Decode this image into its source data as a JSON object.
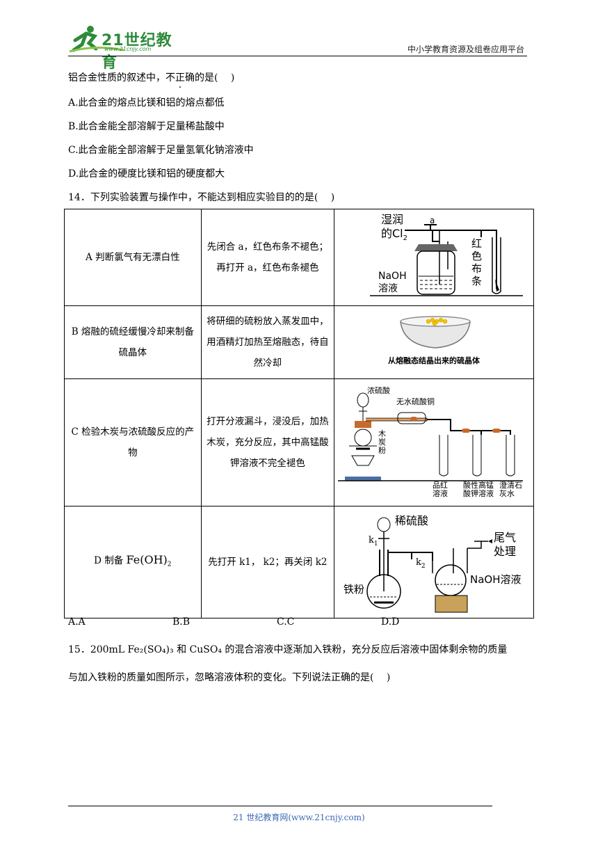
{
  "header": {
    "logo_text": "21世纪教育",
    "logo_url_text": "www.21cnjy.com",
    "right_text": "中小学教育资源及组卷应用平台"
  },
  "q13": {
    "stem_pre": "铝合金性质的叙述中，",
    "stem_emph": "不正确",
    "stem_post": "的是(　 )",
    "options": [
      "A.此合金的熔点比镁和铝的熔点都低",
      "B.此合金能全部溶解于足量稀盐酸中",
      "C.此合金能全部溶解于足量氢氧化钠溶液中",
      "D.此合金的硬度比镁和铝的硬度都大"
    ]
  },
  "q14": {
    "stem": "14．下列实验装置与操作中，不能达到相应实验目的的是(　 )",
    "rows": [
      {
        "purpose": "A 判断氯气有无漂白性",
        "operation": "先闭合 a，红色布条不褪色；再打开 a，红色布条褪色"
      },
      {
        "purpose": "B 熔融的硫经缓慢冷却来制备硫晶体",
        "operation": "将研细的硫粉放入蒸发皿中，用酒精灯加热至熔融态，待自然冷却"
      },
      {
        "purpose": "C 检验木炭与浓硫酸反应的产物",
        "operation": "打开分液漏斗，浸没后，加热木炭，充分反应，其中高锰酸钾溶液不完全褪色"
      },
      {
        "purpose_pre": "D 制备 ",
        "purpose_formula": "Fe(OH)",
        "purpose_sub": "2",
        "operation": "先打开 k1， k2；再关闭 k2"
      }
    ],
    "figA": {
      "label1": "湿润",
      "label2": "的Cl",
      "label2_sub": "2",
      "valve": "a",
      "naoh1": "NaOH",
      "naoh2": "溶液",
      "cloth": [
        "红",
        "色",
        "布",
        "条"
      ]
    },
    "figB": {
      "caption": "从熔融态结晶出来的硫晶体"
    },
    "figC": {
      "acid": "浓硫酸",
      "cuso4": "无水硫酸铜",
      "charcoal": [
        "木",
        "炭",
        "粉"
      ],
      "tube1": [
        "品红",
        "溶液"
      ],
      "tube2": [
        "酸性高锰",
        "酸钾溶液"
      ],
      "tube3": [
        "澄清石",
        "灰水"
      ]
    },
    "figD": {
      "acid": "稀硫酸",
      "k1": "k",
      "k1_sub": "1",
      "k2": "k",
      "k2_sub": "2",
      "fe": "铁粉",
      "tail1": "尾气",
      "tail2": "处理",
      "naoh": "NaOH溶液"
    },
    "options": [
      "A.A",
      "B.B",
      "C.C",
      "D.D"
    ]
  },
  "q15": {
    "line1": "15．200mL Fe₂(SO₄)₃ 和 CuSO₄ 的混合溶液中逐渐加入铁粉，充分反应后溶液中固体剩余物的质量",
    "line2": "与加入铁粉的质量如图所示，忽略溶液体积的变化。下列说法正确的是(　 )"
  },
  "footer": {
    "text": "21 世纪教育网(www.21cnjy.com)"
  }
}
